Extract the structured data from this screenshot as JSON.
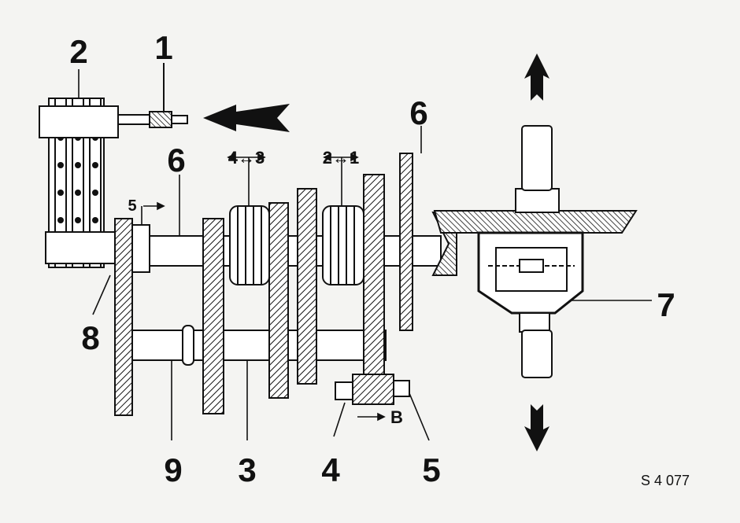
{
  "diagram": {
    "labels": {
      "chain": "2",
      "chain_tensioner": "1",
      "shaft_top_left": "6",
      "shaft_top_right": "6",
      "gear_cluster": "3",
      "sleeve_bottom": "4",
      "pin_bottom": "5",
      "housing": "7",
      "bearing": "8",
      "countershaft": "9"
    },
    "shift_indicators": {
      "left_pair": "4↔3",
      "right_pair": "2↔1",
      "small_arrow": "5",
      "b_arrow": "B"
    },
    "reference_code": "S 4 077"
  }
}
